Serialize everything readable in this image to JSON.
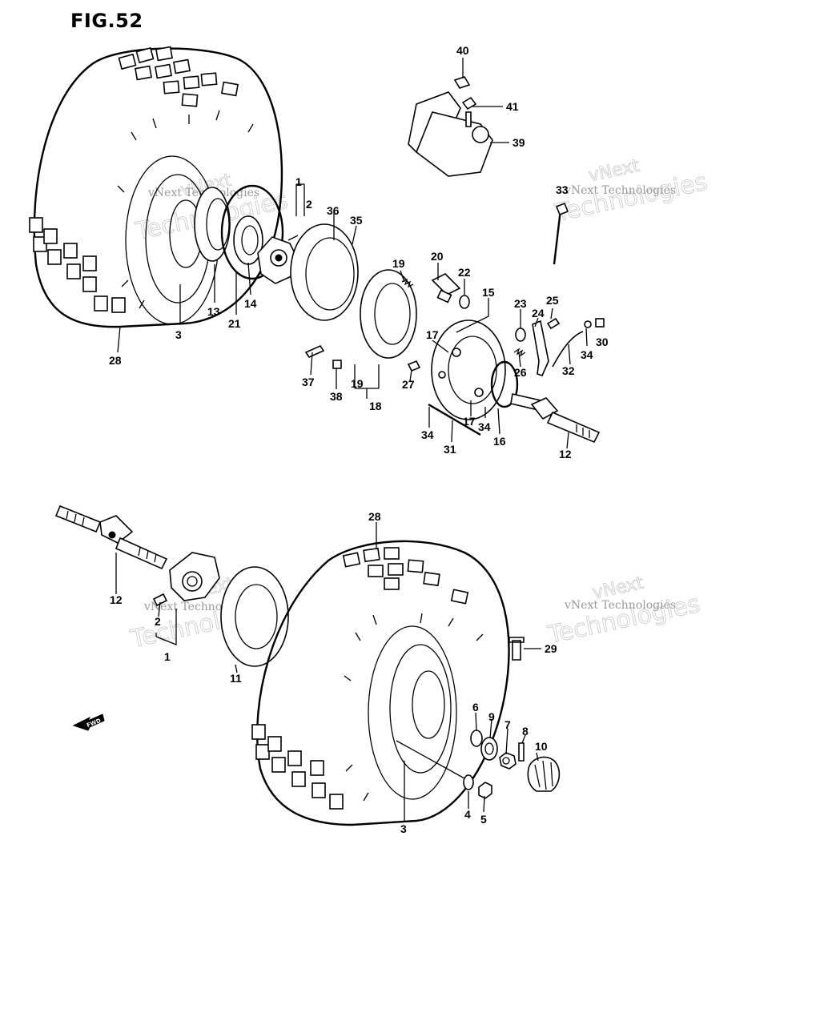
{
  "figure": {
    "title": "FIG.52"
  },
  "watermark": {
    "brand_top": "vNext",
    "brand_bottom": "Technologies",
    "small": "vNext Technologies"
  },
  "callouts_upper": {
    "c40": "40",
    "c41": "41",
    "c39": "39",
    "c33": "33",
    "c1": "1",
    "c2": "2",
    "c36": "36",
    "c35": "35",
    "c19a": "19",
    "c20": "20",
    "c22": "22",
    "c15": "15",
    "c23": "23",
    "c24": "24",
    "c25": "25",
    "c13": "13",
    "c21": "21",
    "c14": "14",
    "c3": "3",
    "c28": "28",
    "c17a": "17",
    "c26": "26",
    "c34a": "34",
    "c30": "30",
    "c32": "32",
    "c37": "37",
    "c38": "38",
    "c19b": "19",
    "c18": "18",
    "c27": "27",
    "c17b": "17",
    "c34b": "34",
    "c34c": "34",
    "c16": "16",
    "c31": "31",
    "c12": "12"
  },
  "callouts_lower": {
    "c28": "28",
    "c12": "12",
    "c2": "2",
    "c1": "1",
    "c11": "11",
    "c29": "29",
    "c6": "6",
    "c9": "9",
    "c7": "7",
    "c8": "8",
    "c10": "10",
    "c4": "4",
    "c5": "5",
    "c3": "3"
  },
  "fwd_marker": {
    "label": "FWD"
  }
}
